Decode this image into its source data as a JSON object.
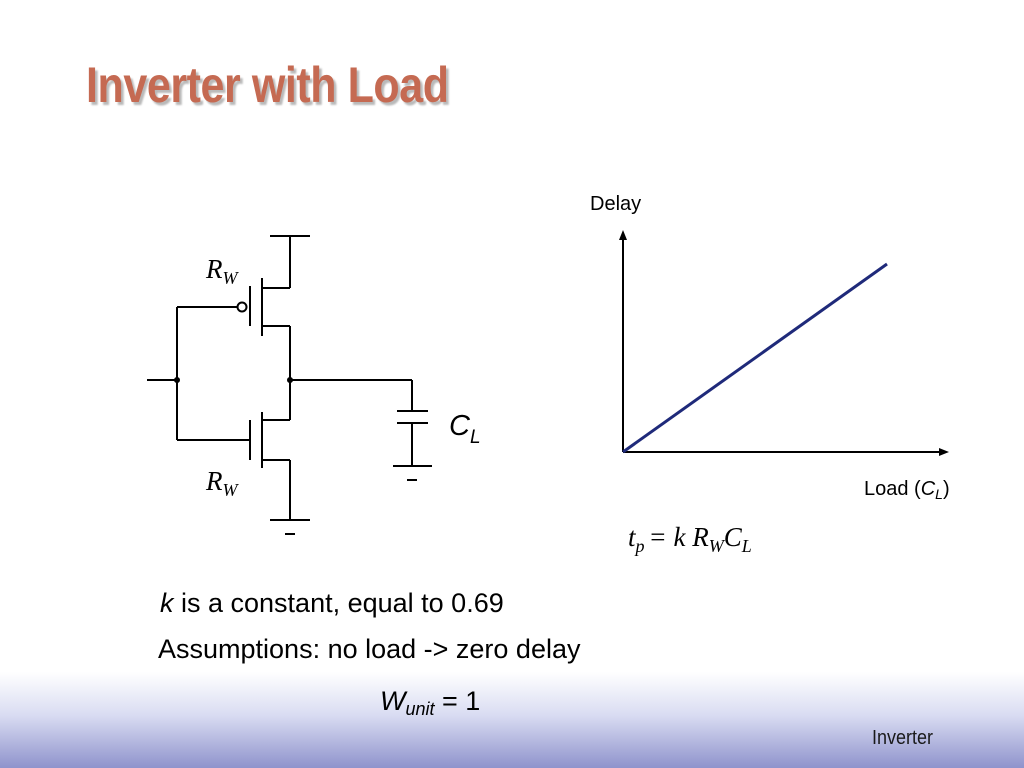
{
  "slide": {
    "title": "Inverter with Load",
    "footer": "Inverter",
    "colors": {
      "title": "#c56a52",
      "plot_line": "#1f2a7a",
      "band": "#8f93cc"
    }
  },
  "circuit": {
    "top_resistor": {
      "symbol": "R",
      "subscript": "W"
    },
    "bottom_resistor": {
      "symbol": "R",
      "subscript": "W"
    },
    "capacitor": {
      "symbol": "C",
      "subscript": "L"
    }
  },
  "plot": {
    "y_label": "Delay",
    "x_label_prefix": "Load (",
    "x_label_symbol": "C",
    "x_label_subscript": "L",
    "x_label_suffix": ")",
    "relationship": "linear"
  },
  "formula": {
    "lhs": "t",
    "lhs_sub": "p",
    "rhs_k": "= k ",
    "rhs_r": "R",
    "rhs_r_sub": "W",
    "rhs_c": "C",
    "rhs_c_sub": "L"
  },
  "notes": {
    "k_symbol": "k",
    "k_text": " is a constant, equal to 0.69",
    "assumptions": "Assumptions: no load -> zero delay",
    "w_symbol": "W",
    "w_sub": "unit",
    "w_value": " = 1"
  }
}
